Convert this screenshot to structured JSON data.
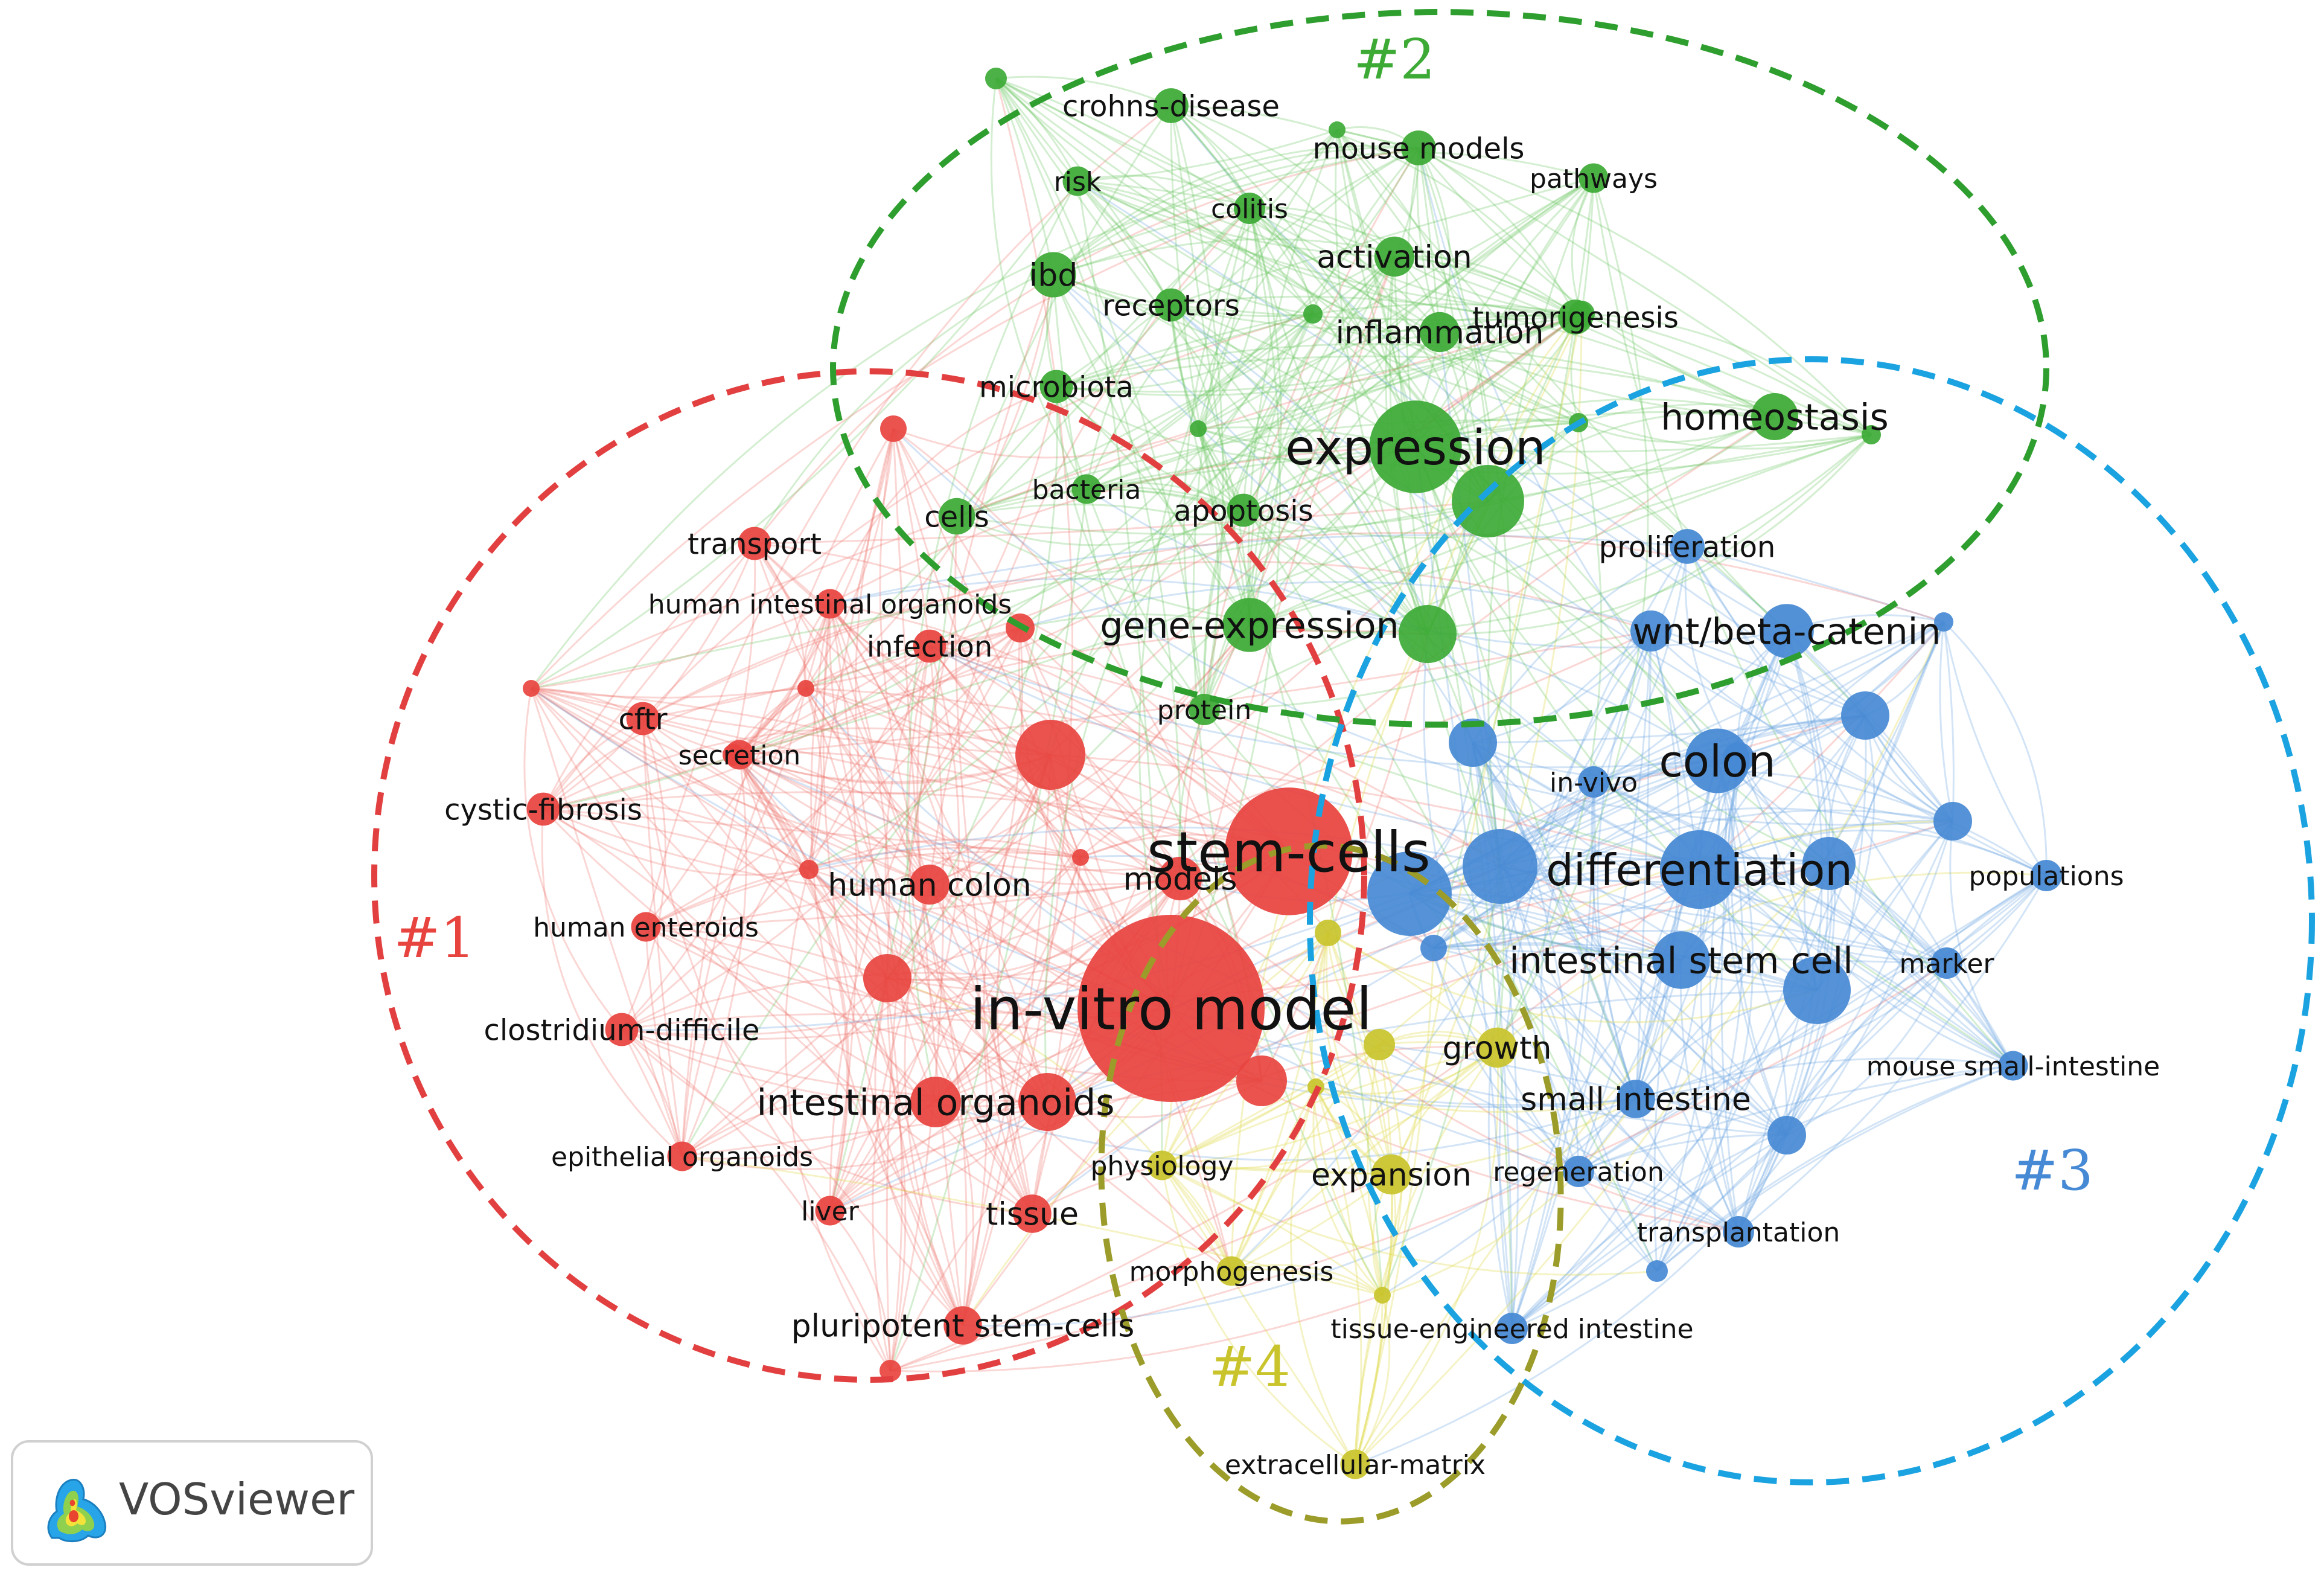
{
  "colors": {
    "red": "#e8443f",
    "green": "#3daa36",
    "blue": "#4689d4",
    "yellow": "#c9c42c",
    "red_dash": "#e24040",
    "green_dash": "#2e9e2e",
    "blue_dash": "#1aa3e0",
    "yellow_dash": "#9c9c2a"
  },
  "clusters": [
    {
      "tag": "#1",
      "color": "red"
    },
    {
      "tag": "#2",
      "color": "green"
    },
    {
      "tag": "#3",
      "color": "blue"
    },
    {
      "tag": "#4",
      "color": "yellow"
    }
  ],
  "nodes": [
    {
      "label": "in-vitro model",
      "cluster": "red",
      "weight": 100
    },
    {
      "label": "stem-cells",
      "cluster": "red",
      "weight": 66
    },
    {
      "label": "expression",
      "cluster": "green",
      "weight": 46
    },
    {
      "label": "differentiation",
      "cluster": "blue",
      "weight": 38
    },
    {
      "label": "colon",
      "cluster": "blue",
      "weight": 30
    },
    {
      "label": "intestinal stem cell",
      "cluster": "blue",
      "weight": 26
    },
    {
      "label": "wnt/beta-catenin",
      "cluster": "blue",
      "weight": 24
    },
    {
      "label": "gene-expression",
      "cluster": "green",
      "weight": 24
    },
    {
      "label": "intestinal organoids",
      "cluster": "red",
      "weight": 22
    },
    {
      "label": "homeostasis",
      "cluster": "green",
      "weight": 20
    },
    {
      "label": "ibd",
      "cluster": "green",
      "weight": 19
    },
    {
      "label": "models",
      "cluster": "red",
      "weight": 18
    },
    {
      "label": "human colon",
      "cluster": "red",
      "weight": 16
    },
    {
      "label": "growth",
      "cluster": "yellow",
      "weight": 16
    },
    {
      "label": "inflammation",
      "cluster": "green",
      "weight": 16
    },
    {
      "label": "activation",
      "cluster": "green",
      "weight": 16
    },
    {
      "label": "expansion",
      "cluster": "yellow",
      "weight": 16
    },
    {
      "label": "small intestine",
      "cluster": "blue",
      "weight": 15
    },
    {
      "label": "tissue",
      "cluster": "red",
      "weight": 15
    },
    {
      "label": "pluripotent stem-cells",
      "cluster": "red",
      "weight": 15
    },
    {
      "label": "cells",
      "cluster": "green",
      "weight": 14
    },
    {
      "label": "crohns-disease",
      "cluster": "green",
      "weight": 13
    },
    {
      "label": "mouse models",
      "cluster": "green",
      "weight": 13
    },
    {
      "label": "tumorigenesis",
      "cluster": "green",
      "weight": 13
    },
    {
      "label": "proliferation",
      "cluster": "blue",
      "weight": 13
    },
    {
      "label": "transport",
      "cluster": "red",
      "weight": 12
    },
    {
      "label": "cftr",
      "cluster": "red",
      "weight": 12
    },
    {
      "label": "cystic-fibrosis",
      "cluster": "red",
      "weight": 12
    },
    {
      "label": "clostridium-difficile",
      "cluster": "red",
      "weight": 12
    },
    {
      "label": "infection",
      "cluster": "red",
      "weight": 12
    },
    {
      "label": "receptors",
      "cluster": "green",
      "weight": 12
    },
    {
      "label": "microbiota",
      "cluster": "green",
      "weight": 12
    },
    {
      "label": "apoptosis",
      "cluster": "green",
      "weight": 12
    },
    {
      "label": "protein",
      "cluster": "green",
      "weight": 11
    },
    {
      "label": "colitis",
      "cluster": "green",
      "weight": 11
    },
    {
      "label": "in-vivo",
      "cluster": "blue",
      "weight": 11
    },
    {
      "label": "populations",
      "cluster": "blue",
      "weight": 11
    },
    {
      "label": "marker",
      "cluster": "blue",
      "weight": 11
    },
    {
      "label": "regeneration",
      "cluster": "blue",
      "weight": 11
    },
    {
      "label": "transplantation",
      "cluster": "blue",
      "weight": 11
    },
    {
      "label": "tissue-engineered intestine",
      "cluster": "blue",
      "weight": 11
    },
    {
      "label": "human intestinal organoids",
      "cluster": "red",
      "weight": 10
    },
    {
      "label": "secretion",
      "cluster": "red",
      "weight": 10
    },
    {
      "label": "human enteroids",
      "cluster": "red",
      "weight": 10
    },
    {
      "label": "epithelial organoids",
      "cluster": "red",
      "weight": 10
    },
    {
      "label": "liver",
      "cluster": "red",
      "weight": 10
    },
    {
      "label": "physiology",
      "cluster": "yellow",
      "weight": 10
    },
    {
      "label": "morphogenesis",
      "cluster": "yellow",
      "weight": 10
    },
    {
      "label": "extracellular-matrix",
      "cluster": "yellow",
      "weight": 10
    },
    {
      "label": "risk",
      "cluster": "green",
      "weight": 10
    },
    {
      "label": "bacteria",
      "cluster": "green",
      "weight": 10
    },
    {
      "label": "pathways",
      "cluster": "green",
      "weight": 10
    },
    {
      "label": "mouse small-intestine",
      "cluster": "blue",
      "weight": 10
    }
  ],
  "badge": {
    "text": "VOSviewer"
  }
}
